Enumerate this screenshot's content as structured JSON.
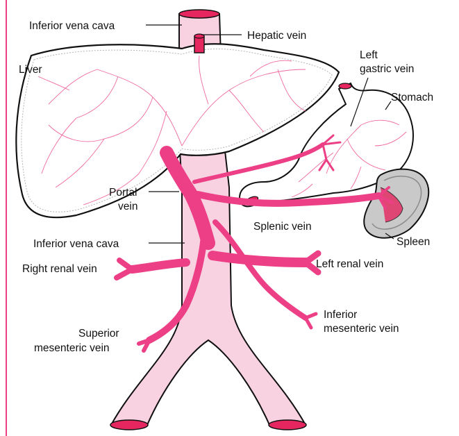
{
  "labels": {
    "ivc_top": "Inferior vena cava",
    "hepatic_vein": "Hepatic vein",
    "liver": "Liver",
    "left_gastric_vein_1": "Left",
    "left_gastric_vein_2": "gastric vein",
    "stomach": "Stomach",
    "portal_vein_1": "Portal",
    "portal_vein_2": "vein",
    "splenic_vein": "Splenic vein",
    "spleen": "Spleen",
    "ivc_mid": "Inferior vena cava",
    "right_renal_vein": "Right renal vein",
    "left_renal_vein": "Left renal vein",
    "inferior_mesenteric_1": "Inferior",
    "inferior_mesenteric_2": "mesenteric vein",
    "superior_mesenteric_1": "Superior",
    "superior_mesenteric_2": "mesenteric vein"
  },
  "colors": {
    "vein_pink": "#ec3f86",
    "ivc_fill": "#f9d2e2",
    "vessel_red": "#e5265f",
    "liver_vessels": "#ef6aa0",
    "spleen_fill": "#c9c9c9",
    "outline": "#111111"
  }
}
